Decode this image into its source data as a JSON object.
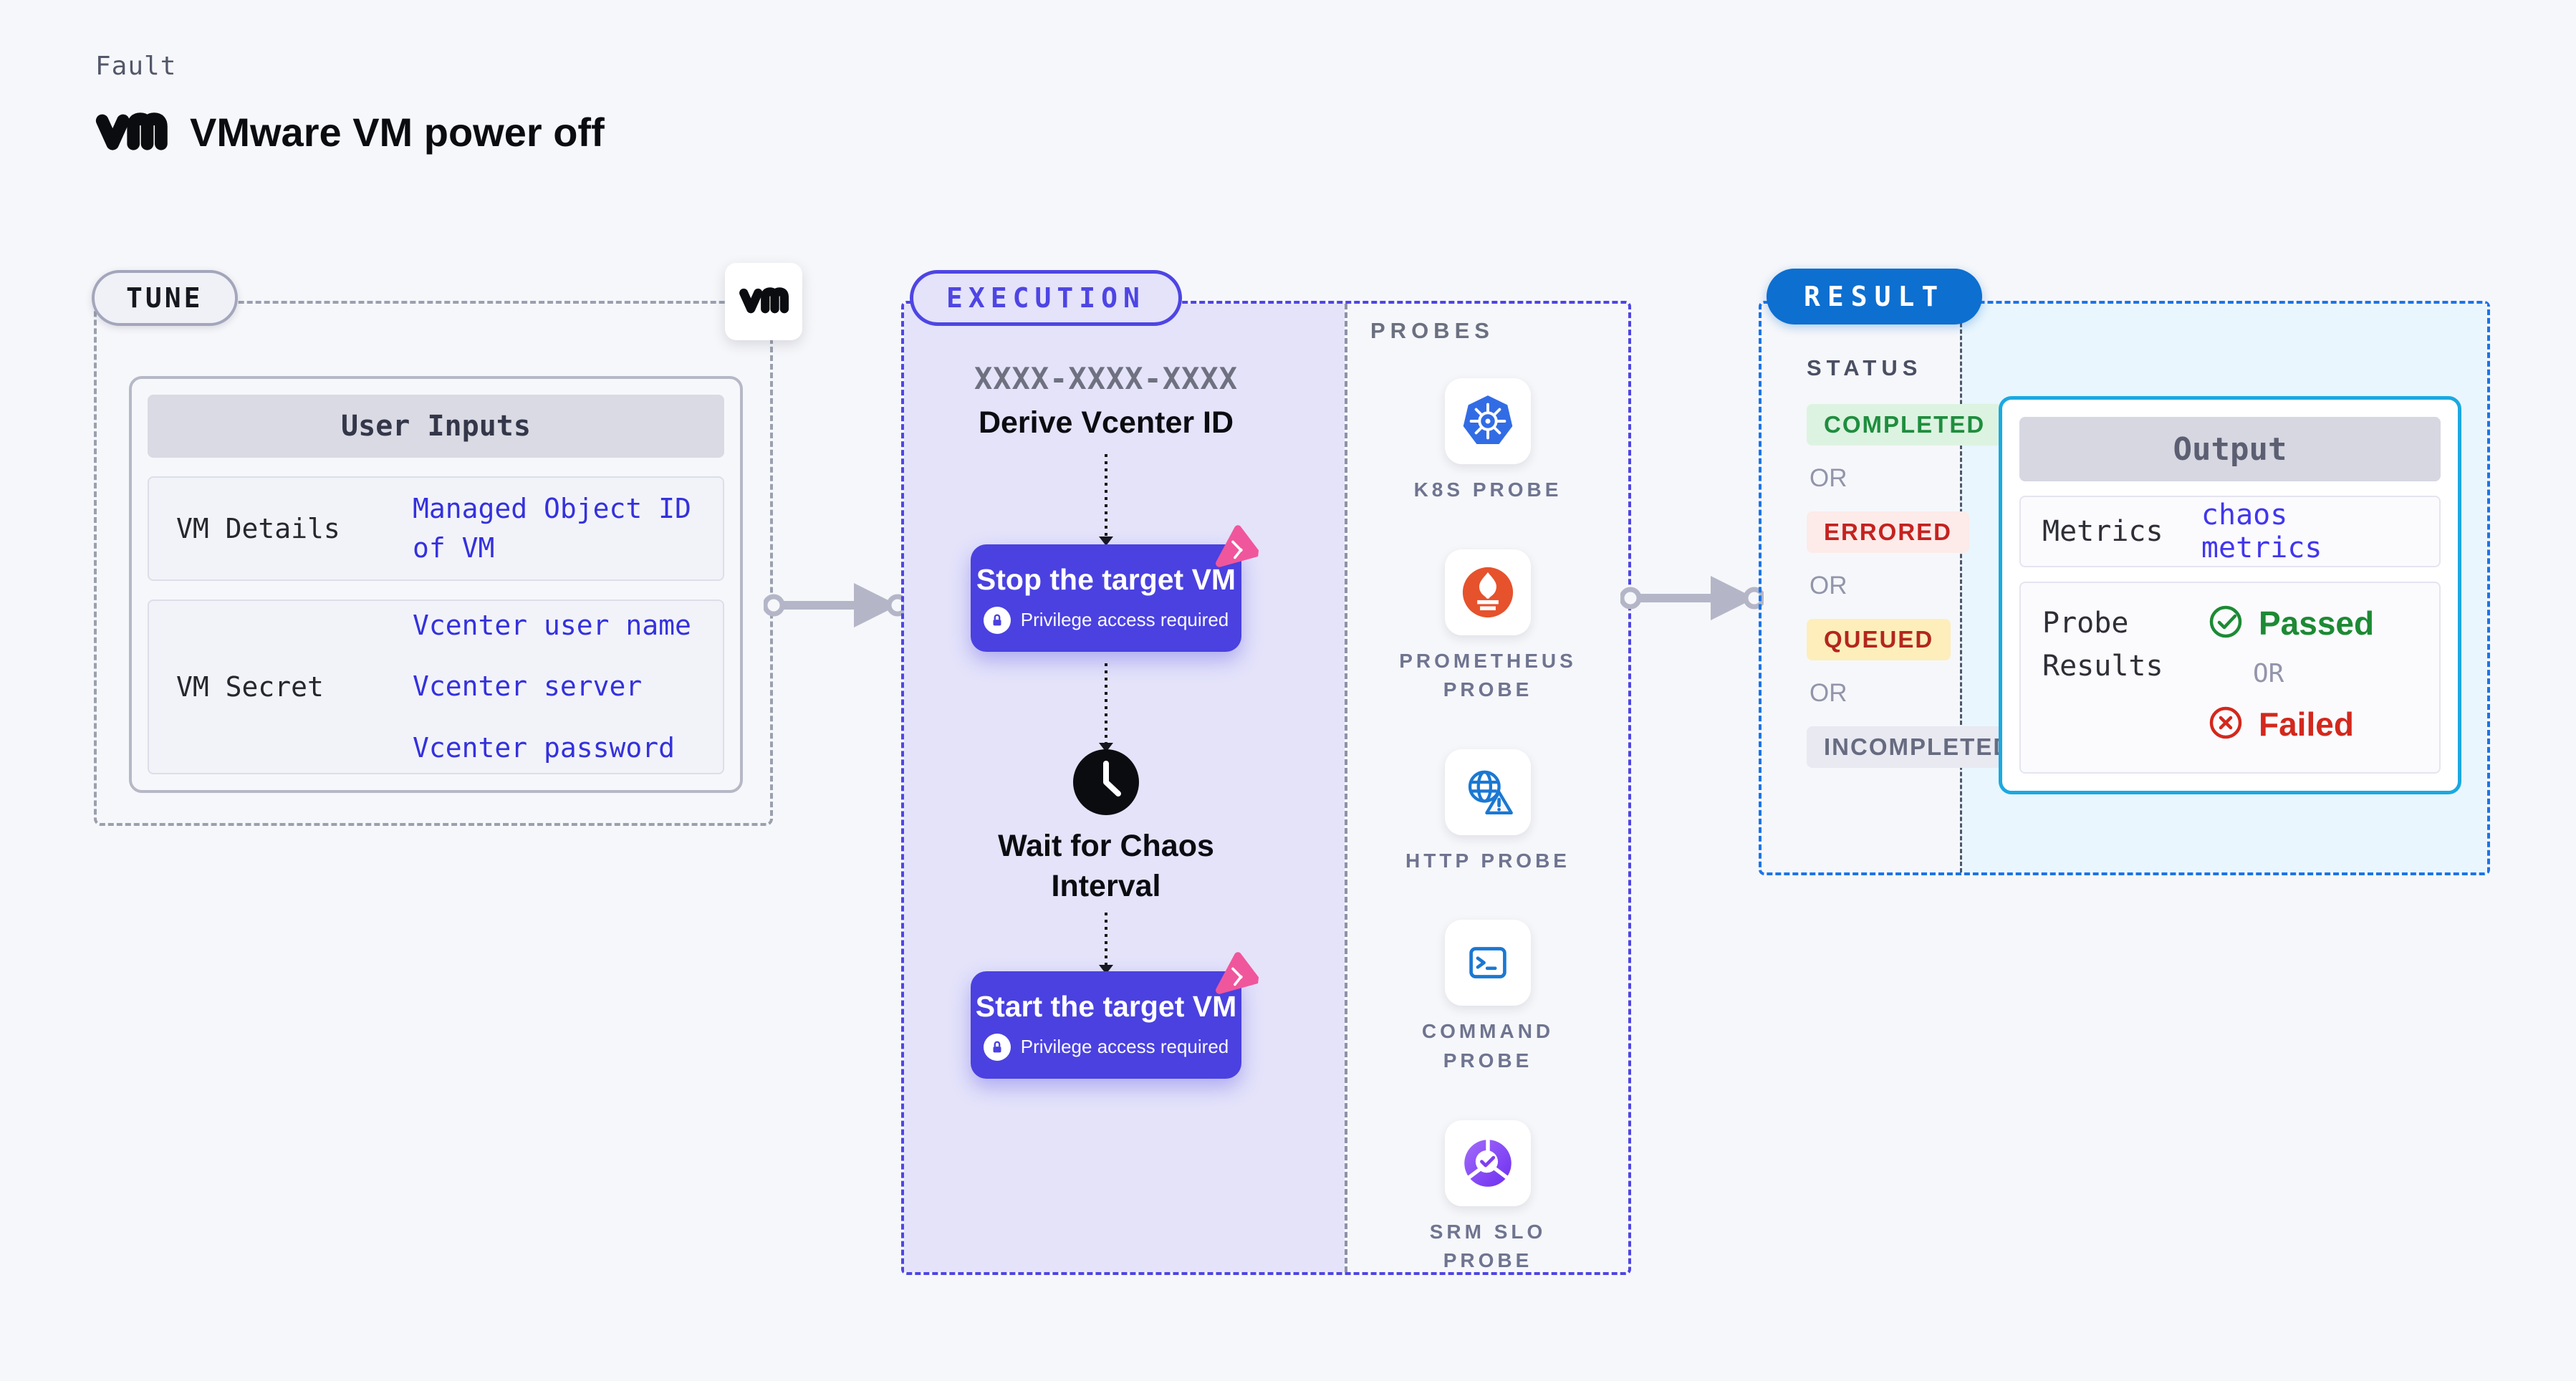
{
  "header": {
    "kicker": "Fault",
    "logo_text": "vm",
    "title": "VMware VM power off"
  },
  "tune": {
    "pill": "TUNE",
    "user_inputs": {
      "title": "User Inputs",
      "rows": [
        {
          "label": "VM Details",
          "values": [
            "Managed Object ID of VM"
          ]
        },
        {
          "label": "VM Secret",
          "values": [
            "Vcenter user name",
            "Vcenter server",
            "Vcenter password"
          ]
        }
      ]
    }
  },
  "execution": {
    "pill": "EXECUTION",
    "derive": {
      "code": "XXXX-XXXX-XXXX",
      "label": "Derive Vcenter ID"
    },
    "stop": {
      "label": "Stop the target VM",
      "badge": "Privilege access required"
    },
    "wait": {
      "label": "Wait for Chaos Interval"
    },
    "start": {
      "label": "Start the target VM",
      "badge": "Privilege access required"
    }
  },
  "probes": {
    "title": "PROBES",
    "items": [
      {
        "name": "K8S PROBE"
      },
      {
        "name": "PROMETHEUS PROBE"
      },
      {
        "name": "HTTP PROBE"
      },
      {
        "name": "COMMAND PROBE"
      },
      {
        "name": "SRM SLO PROBE"
      }
    ]
  },
  "result": {
    "pill": "RESULT",
    "status_title": "STATUS",
    "or": "OR",
    "statuses": [
      {
        "label": "COMPLETED",
        "fg": "#1e8e3e",
        "bg": "#ddf3e1"
      },
      {
        "label": "ERRORED",
        "fg": "#c5221f",
        "bg": "#fcebe9"
      },
      {
        "label": "QUEUED",
        "fg": "#b3261e",
        "bg": "#fdeebc"
      },
      {
        "label": "INCOMPLETED",
        "fg": "#676b80",
        "bg": "#e8e9f1"
      }
    ],
    "output": {
      "title": "Output",
      "metrics_label": "Metrics",
      "metrics_value": "chaos metrics",
      "probe_results_label": "Probe Results",
      "passed_label": "Passed",
      "or": "OR",
      "failed_label": "Failed"
    }
  },
  "colors": {
    "page_bg": "#f6f7fa",
    "accent_indigo": "#4e45e4",
    "button_indigo": "#4a41e0",
    "execution_bg": "#e4e3fa",
    "result_pill_blue": "#0d6fd0",
    "result_border_blue": "#1b74e8",
    "result_region_cyan": "#e9f6fd",
    "output_border_cyan": "#1aa9e1",
    "passed_green": "#1d8a34",
    "failed_red": "#d3281d",
    "value_blue": "#3431dd",
    "litmus_pink": "#f0569c",
    "kubernetes_blue": "#326ce5",
    "prometheus_orange": "#e6522c",
    "probe_icon_blue": "#1a78d2",
    "srm_purple": "#7e3ff2",
    "arrow_gray": "#b4b6c8"
  }
}
